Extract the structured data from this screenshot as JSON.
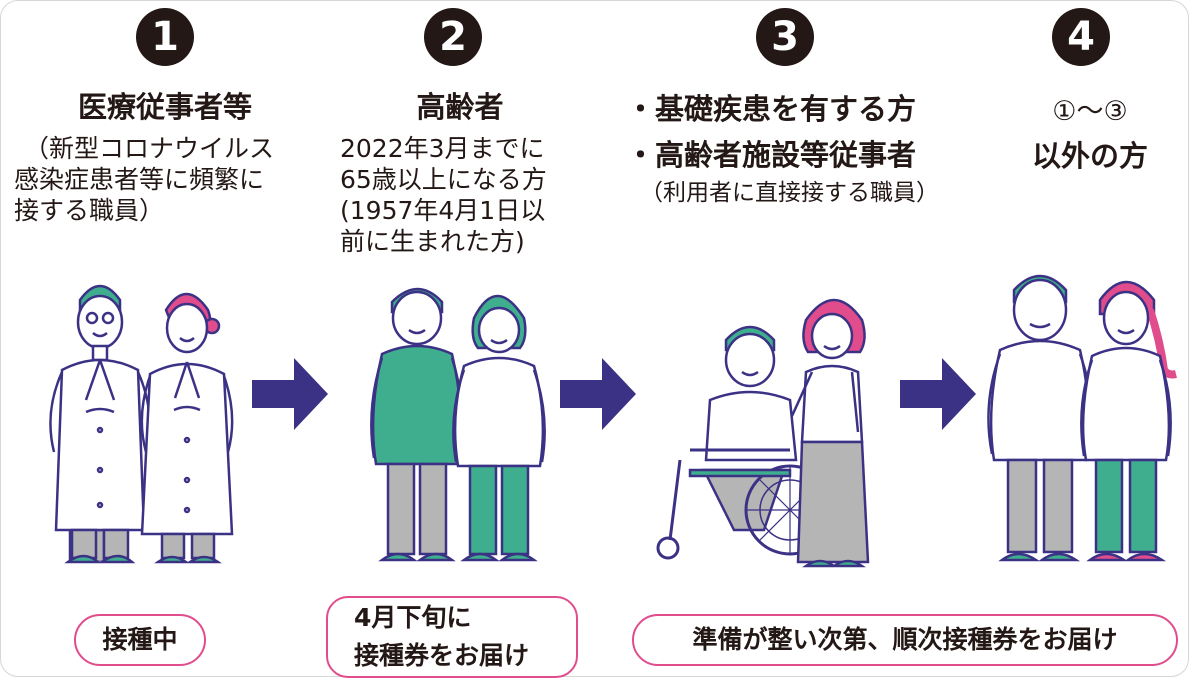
{
  "colors": {
    "accent_pink": "#e04c8c",
    "green": "#3fae8f",
    "arrow_purple": "#3b3285",
    "outline": "#3b3285",
    "trouser_gray": "#b5b5b5"
  },
  "steps": [
    {
      "number": "1",
      "title": "医療従事者等",
      "desc": [
        "（新型コロナウイルス",
        "感染症患者等に頻繁に",
        "接する職員）"
      ]
    },
    {
      "number": "2",
      "title": "高齢者",
      "desc": [
        "2022年3月までに",
        "65歳以上になる方",
        "(1957年4月1日以",
        "前に生まれた方)"
      ]
    },
    {
      "number": "3",
      "bullets": [
        "・基礎疾患を有する方",
        "・高齢者施設等従事者"
      ],
      "desc": [
        "（利用者に直接接する職員）"
      ]
    },
    {
      "number": "4",
      "title_lines": [
        "①〜③",
        "以外の方"
      ]
    }
  ],
  "status": {
    "s1": "接種中",
    "s2_lines": [
      "4月下旬に",
      "接種券をお届け"
    ],
    "s34": "準備が整い次第、順次接種券をお届け"
  },
  "icons": [
    "doctor-icon",
    "nurse-icon",
    "elderly-man-icon",
    "elderly-woman-icon",
    "wheelchair-user-icon",
    "caregiver-icon",
    "young-man-icon",
    "young-woman-icon",
    "arrow-right-icon"
  ]
}
